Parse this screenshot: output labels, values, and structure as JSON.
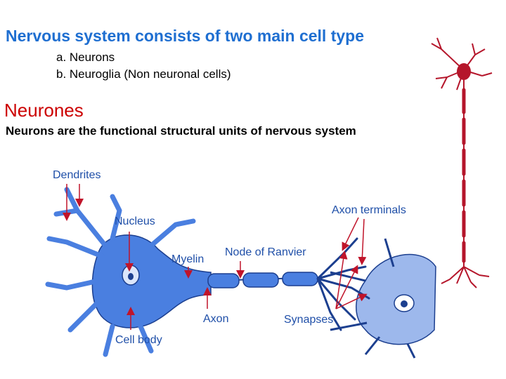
{
  "slide": {
    "title": "Nervous system consists of two main cell type",
    "items": [
      "a. Neurons",
      "b. Neuroglia (Non neuronal cells)"
    ],
    "section_heading": "Neurones",
    "section_text": "Neurons are the functional structural units of nervous system"
  },
  "diagram": {
    "labels": {
      "dendrites": "Dendrites",
      "nucleus": "Nucleus",
      "myelin": "Myelin",
      "node_of_ranvier": "Node of Ranvier",
      "axon_terminals": "Axon terminals",
      "axon": "Axon",
      "synapses": "Synapses",
      "cell_body": "Cell body"
    }
  },
  "colors": {
    "title": "#1f6fd1",
    "heading": "#cc0000",
    "text": "#000000",
    "label": "#1f4fa8",
    "neuron_fill": "#4a7fe0",
    "neuron_stroke": "#1c3f8f",
    "neuron2_fill": "#9db8ec",
    "arrow": "#c0142a",
    "side_neuron": "#b5162b"
  }
}
